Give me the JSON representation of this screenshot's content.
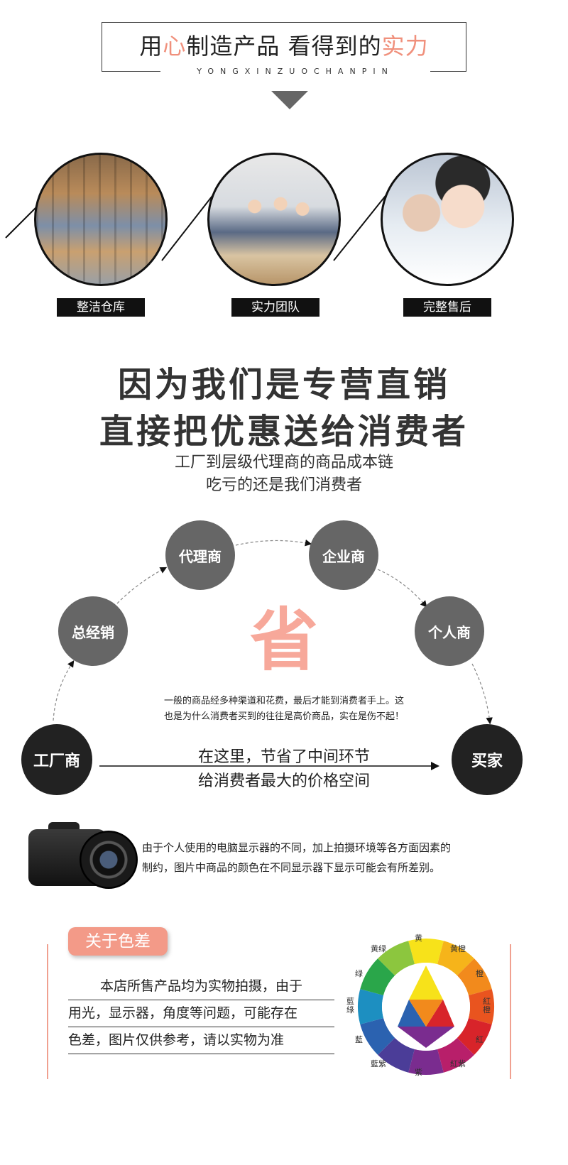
{
  "header": {
    "title_part1": "用",
    "title_hl1": "心",
    "title_part2": "制造产品 看得到的",
    "title_hl2": "实力",
    "subtitle": "YONGXINZUOCHANPIN",
    "accent_color": "#f0907c"
  },
  "features": [
    {
      "label": "整洁仓库"
    },
    {
      "label": "实力团队"
    },
    {
      "label": "完整售后"
    }
  ],
  "headline": {
    "line1": "因为我们是专营直销",
    "line2": "直接把优惠送给消费者",
    "sub1": "工厂到层级代理商的商品成本链",
    "sub2": "吃亏的还是我们消费者"
  },
  "flow": {
    "nodes": {
      "factory": "工厂商",
      "general": "总经销",
      "agent": "代理商",
      "enterprise": "企业商",
      "individual": "个人商",
      "buyer": "买家"
    },
    "center": "省",
    "note_line1": "一般的商品经多种渠道和花费，最后才能到消费者手上。这",
    "note_line2": "也是为什么消费者买到的往往是高价商品，实在是伤不起！",
    "mid_line1": "在这里，节省了中间环节",
    "mid_line2": "给消费者最大的价格空间"
  },
  "camera_note": {
    "line1": "由于个人使用的电脑显示器的不同，加上拍摄环境等各方面因素的",
    "line2": "制约，图片中商品的颜色在不同显示器下显示可能会有所差别。"
  },
  "color_diff": {
    "title": "关于色差",
    "line1": "本店所售产品均为实物拍摄，由于",
    "line2": "用光，显示器，角度等问题，可能存在",
    "line3": "色差，图片仅供参考，请以实物为准"
  },
  "wheel_labels": {
    "top": "黄",
    "top_left": "黄绿",
    "top_right": "黄橙",
    "left1": "绿",
    "left2": "藍綠",
    "left3": "藍",
    "right1": "橙",
    "right2": "紅橙",
    "right3": "紅",
    "bottom": "紫",
    "bottom_left": "藍紫",
    "bottom_right": "紅紫"
  }
}
